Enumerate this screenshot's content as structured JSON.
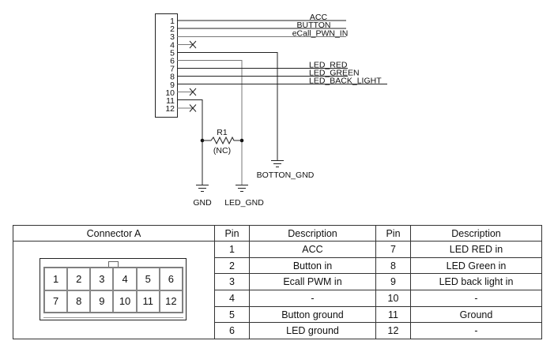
{
  "schematic": {
    "pins": [
      "1",
      "2",
      "3",
      "4",
      "5",
      "6",
      "7",
      "8",
      "9",
      "10",
      "11",
      "12"
    ],
    "signals": {
      "pin1": "ACC",
      "pin2": "BUTTON",
      "pin3": "eCall_PWN_IN",
      "pin7": "LED_RED",
      "pin8": "LED_GREEN",
      "pin9": "LED_BACK_LIGHT"
    },
    "no_connect_pins": [
      "4",
      "10",
      "12"
    ],
    "resistor": {
      "ref": "R1",
      "note": "(NC)"
    },
    "grounds": {
      "pin5": "BOTTON_GND",
      "pin11": "GND",
      "pin6": "LED_GND"
    }
  },
  "table": {
    "headers": {
      "connector": "Connector A",
      "pin": "Pin",
      "description": "Description"
    },
    "connector_pins": [
      "1",
      "2",
      "3",
      "4",
      "5",
      "6",
      "7",
      "8",
      "9",
      "10",
      "11",
      "12"
    ],
    "rows": [
      {
        "pin_a": "1",
        "desc_a": "ACC",
        "pin_b": "7",
        "desc_b": "LED RED in"
      },
      {
        "pin_a": "2",
        "desc_a": "Button in",
        "pin_b": "8",
        "desc_b": "LED Green in"
      },
      {
        "pin_a": "3",
        "desc_a": "Ecall PWM in",
        "pin_b": "9",
        "desc_b": "LED back light in"
      },
      {
        "pin_a": "4",
        "desc_a": "-",
        "pin_b": "10",
        "desc_b": "-"
      },
      {
        "pin_a": "5",
        "desc_a": "Button ground",
        "pin_b": "11",
        "desc_b": "Ground"
      },
      {
        "pin_a": "6",
        "desc_a": "LED ground",
        "pin_b": "12",
        "desc_b": "-"
      }
    ]
  }
}
